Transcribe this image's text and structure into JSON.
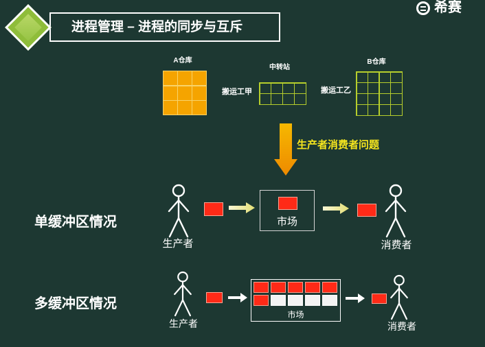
{
  "header": {
    "title": "进程管理 – 进程的同步与互斥"
  },
  "logo": {
    "text": "希赛"
  },
  "warehouse_diagram": {
    "warehouse_a_label": "A仓库",
    "porter_a_label": "搬运工甲",
    "transfer_station_label": "中转站",
    "porter_b_label": "搬运工乙",
    "warehouse_b_label": "B仓库",
    "problem_label": "生产者消费者问题"
  },
  "single_buffer": {
    "title": "单缓冲区情况",
    "producer_label": "生产者",
    "market_label": "市场",
    "consumer_label": "消费者"
  },
  "multi_buffer": {
    "title": "多缓冲区情况",
    "producer_label": "生产者",
    "market_label": "市场",
    "consumer_label": "消费者",
    "slots": [
      1,
      1,
      1,
      1,
      1,
      1,
      0,
      0,
      0,
      0
    ]
  },
  "icons": {
    "header_mark": "diamond-icon",
    "person": "stick-figure-icon",
    "flow_arrow": "arrow-right-icon",
    "problem_arrow": "arrow-down-icon"
  },
  "colors": {
    "background": "#1d3832",
    "diamond": "#8fbd3a",
    "warehouse_full": "#f5a400",
    "grid_line": "#b7cf2c",
    "buffer_item": "#ff2a17",
    "problem_label": "#f6e61e"
  }
}
